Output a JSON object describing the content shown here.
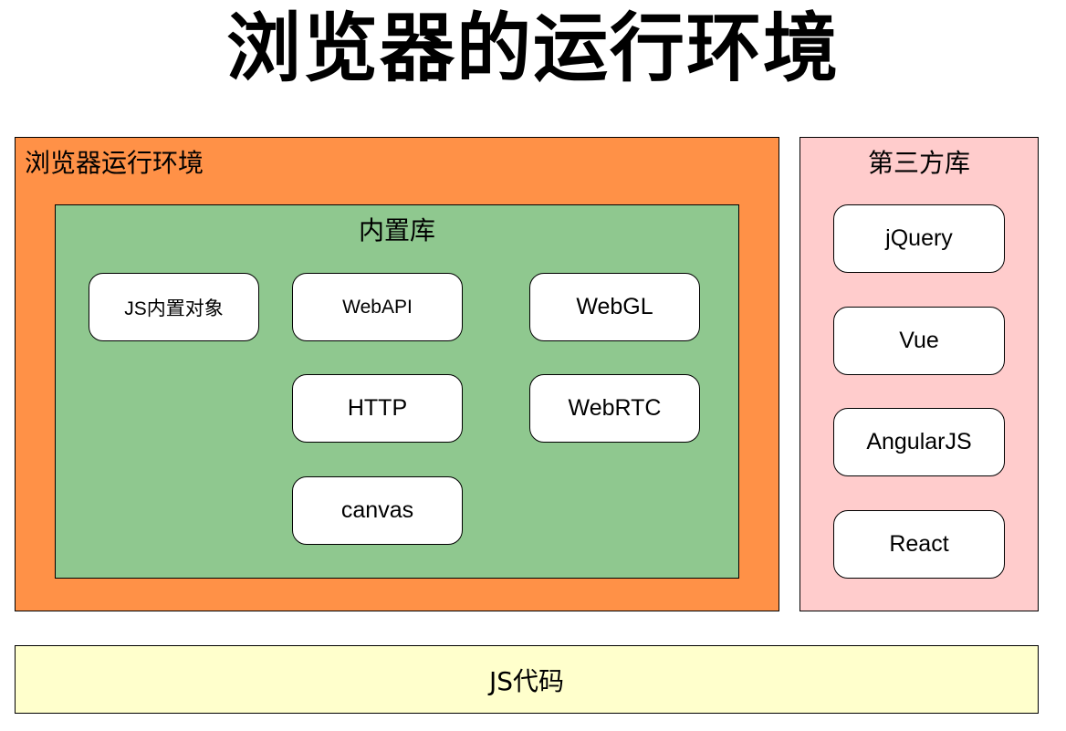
{
  "title": "浏览器的运行环境",
  "browser_env": {
    "label": "浏览器运行环境",
    "color": "#ff9147",
    "builtin": {
      "label": "内置库",
      "color": "#8fc88f",
      "items": [
        "JS内置对象",
        "WebAPI",
        "WebGL",
        "HTTP",
        "WebRTC",
        "canvas"
      ]
    }
  },
  "third_party": {
    "label": "第三方库",
    "color": "#ffcccc",
    "items": [
      "jQuery",
      "Vue",
      "AngularJS",
      "React"
    ]
  },
  "js_code": {
    "label": "JS代码",
    "color": "#ffffcc"
  }
}
